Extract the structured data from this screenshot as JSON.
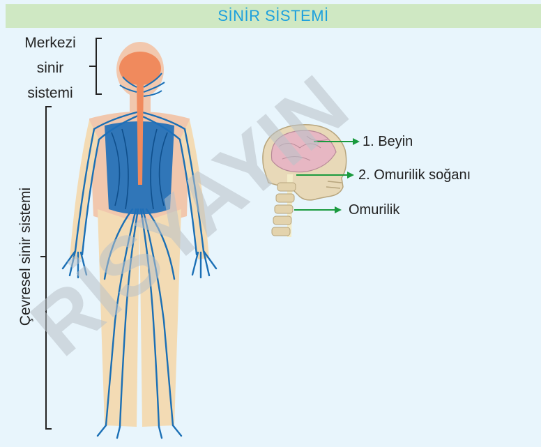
{
  "title": "SİNİR SİSTEMİ",
  "left_labels": {
    "merkezi_line1": "Merkezi",
    "merkezi_line2": "sinir",
    "merkezi_line3": "sistemi",
    "cevresel": "Çevresel sinir sistemi"
  },
  "head_labels": {
    "beyin": "1. Beyin",
    "omurilik_sogani": "2. Omurilik soğanı",
    "omurilik": "Omurilik"
  },
  "colors": {
    "title_bar": "#cfe8c3",
    "title_text": "#1da0dd",
    "background": "#e8f5fc",
    "nerves": "#1a6fb5",
    "brain_central": "#f08a5d",
    "arrow": "#1a9a3e"
  }
}
